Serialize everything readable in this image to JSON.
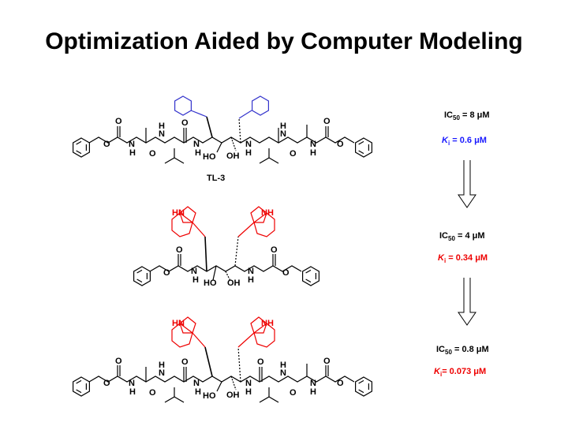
{
  "slide": {
    "title": "Optimization Aided by Computer Modeling"
  },
  "compounds": [
    {
      "label": "TL-3",
      "ic50_prefix": "IC",
      "ic50_sub": "50",
      "ic50_rest": " = 8 μM",
      "ki_sym": "K",
      "ki_sub": "i",
      "ki_rest": " = 0.6 μM",
      "ki_color": "#1a1aff",
      "sidechain_color": "#3333cc"
    },
    {
      "ic50_prefix": "IC",
      "ic50_sub": "50",
      "ic50_rest": " = 4 μM",
      "ki_sym": "K",
      "ki_sub": "i",
      "ki_rest": " = 0.34 μM",
      "ki_color": "#ee0000",
      "sidechain_color": "#ee0000"
    },
    {
      "ic50_prefix": "IC",
      "ic50_sub": "50",
      "ic50_rest": " = 0.8 μM",
      "ki_sym": "K",
      "ki_sub": "i",
      "ki_rest": "= 0.073 μM",
      "ki_color": "#ee0000",
      "sidechain_color": "#ee0000"
    }
  ],
  "atoms": {
    "O": "O",
    "N": "N",
    "H": "H",
    "HO": "HO",
    "OH": "OH",
    "HN": "HN",
    "NH": "NH"
  },
  "colors": {
    "blue_sidechain": "#3333cc",
    "red_sidechain": "#ee0000",
    "bond": "#000000"
  }
}
